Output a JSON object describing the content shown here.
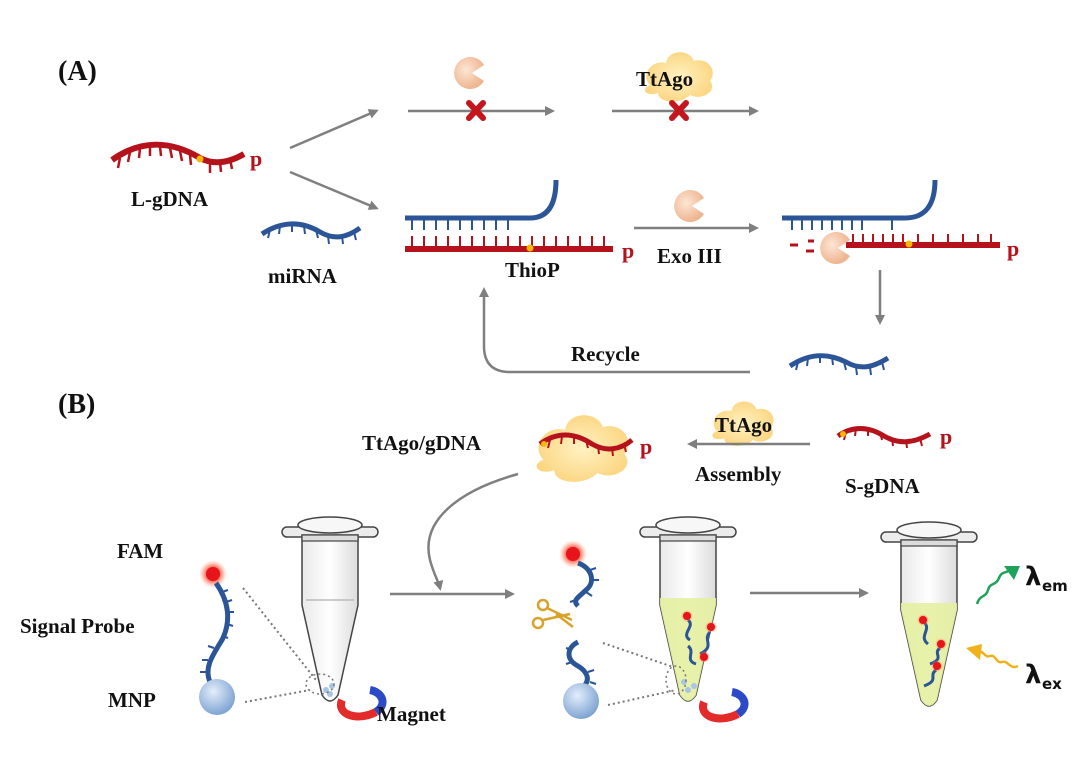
{
  "panels": {
    "a": {
      "label": "(A)"
    },
    "b": {
      "label": "(B)"
    }
  },
  "labels": {
    "l_gdna": "L-gDNA",
    "mirna": "miRNA",
    "ttago_top": "TtAgo",
    "thiop": "ThioP",
    "exo_iii": "Exo III",
    "recycle": "Recycle",
    "ttago_gdna": "TtAgo/gDNA",
    "ttago_assembly": "TtAgo",
    "assembly": "Assembly",
    "s_gdna": "S-gDNA",
    "fam": "FAM",
    "signal_probe": "Signal Probe",
    "mnp": "MNP",
    "magnet": "Magnet",
    "lambda_em_symbol": "λ",
    "lambda_em_sub": "em",
    "lambda_ex_symbol": "λ",
    "lambda_ex_sub": "ex",
    "phosphate": "p"
  },
  "colors": {
    "gdna_red": "#b5121b",
    "mirna_blue": "#2b5597",
    "thio_yellow": "#f5b800",
    "arrow_gray": "#7f7f7f",
    "exo_peach": "#f2c4a2",
    "ttago_yellow": "#fbd98a",
    "fam_red": "#e8141b",
    "solution_green": "#e6efa0",
    "emission_green": "#1fa35a",
    "excitation_yellow": "#f0b21b",
    "magnet_red": "#e32b2b",
    "magnet_blue": "#2c49c8",
    "blocked_x": "#c4161c"
  }
}
